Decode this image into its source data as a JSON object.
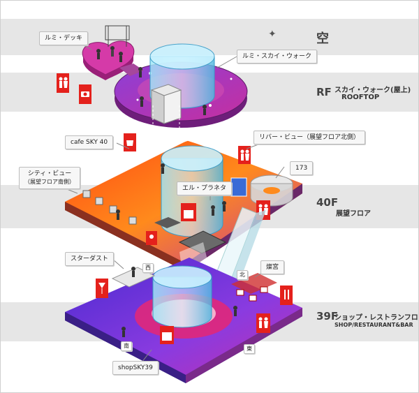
{
  "floors": {
    "sky": {
      "code": "空"
    },
    "rf": {
      "code": "RF",
      "name": "スカイ・ウォーク(屋上)",
      "sub": "ROOFTOP"
    },
    "f40": {
      "code": "40F",
      "name": "展望フロア"
    },
    "f39": {
      "code": "39F",
      "name": "ショップ・レストランフロア",
      "sub": "SHOP/RESTAURANT&BAR"
    }
  },
  "callouts": {
    "lumi_deck": "ルミ・デッキ",
    "lumi_sky_walk": "ルミ・スカイ・ウォーク",
    "cafe_sky40": "cafe SKY 40",
    "river_view": "リバー・ビュー（展望フロア北側）",
    "city_view_1": "シティ・ビュー",
    "city_view_2": "（展望フロア南側）",
    "el_planeta": "エル・プラネタ",
    "room_173": "173",
    "stardust": "スターダスト",
    "sanrou": "燦宮",
    "shop_sky39": "shopSKY39"
  },
  "direction_labels": {
    "west": "西",
    "north": "北",
    "south": "南",
    "east": "東"
  },
  "colors": {
    "band": "#e6e6e6",
    "magenta": "#c0359a",
    "orange": "#ff6a1a",
    "purple": "#6a3fd6",
    "glass": "#6fd6f0",
    "icon_red": "#e4211c"
  }
}
